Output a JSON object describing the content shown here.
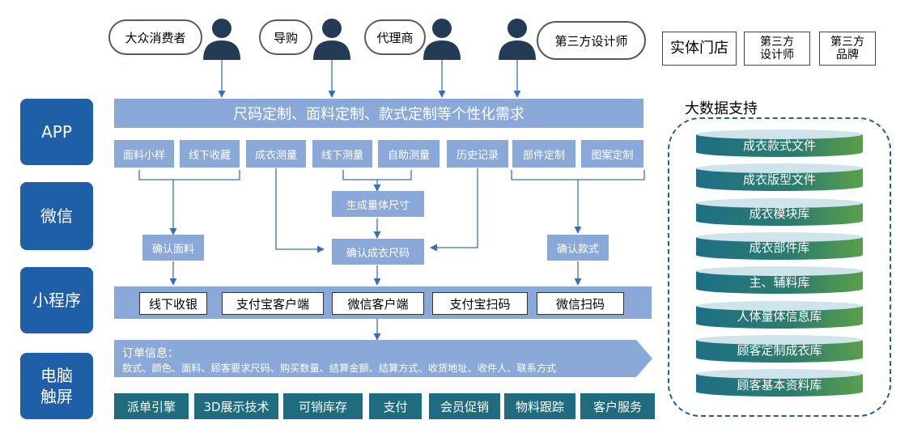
{
  "roles": [
    {
      "label": "大众消费者",
      "icon": "person-icon"
    },
    {
      "label": "导购",
      "icon": "person-icon"
    },
    {
      "label": "代理商",
      "icon": "person-icon"
    },
    {
      "label": "第三方设计师",
      "icon": "person-icon"
    }
  ],
  "partners": [
    "实体门店",
    "第三方\n设计师",
    "第三方\n品牌"
  ],
  "channels": [
    "APP",
    "微信",
    "小程序",
    "电脑\n触屏"
  ],
  "requirement_band": "尺码定制、面料定制、款式定制等个性化需求",
  "features": [
    "面料小样",
    "线下收藏",
    "成衣测量",
    "线下测量",
    "自助测量",
    "历史记录",
    "部件定制",
    "图案定制"
  ],
  "middle_steps": {
    "generate_size": "生成量体尺寸",
    "confirm_fabric": "确认面料",
    "confirm_size": "确认成衣尺码",
    "confirm_style": "确认款式"
  },
  "payments": [
    "线下收银",
    "支付宝客户端",
    "微信客户端",
    "支付宝扫码",
    "微信扫码"
  ],
  "order": {
    "title": "订单信息：",
    "fields": "款式、颜色、面料、顾客要求尺码、购买数量、结算金额、结算方式、收货地址、收件人、联系方式"
  },
  "services": [
    "派单引擎",
    "3D展示技术",
    "可销库存",
    "支付",
    "会员促销",
    "物料跟踪",
    "客户服务"
  ],
  "big_data": {
    "title": "大数据支持",
    "databases": [
      "成衣款式文件",
      "成衣版型文件",
      "成衣模块库",
      "成衣部件库",
      "主、辅料库",
      "人体量体信息库",
      "顾客定制成衣库",
      "顾客基本资料库"
    ]
  },
  "colors": {
    "channel_blue": "#1f5fa7",
    "light_blue": "#8aa9d8",
    "teal": "#1f6c80",
    "person_navy": "#243b55"
  }
}
